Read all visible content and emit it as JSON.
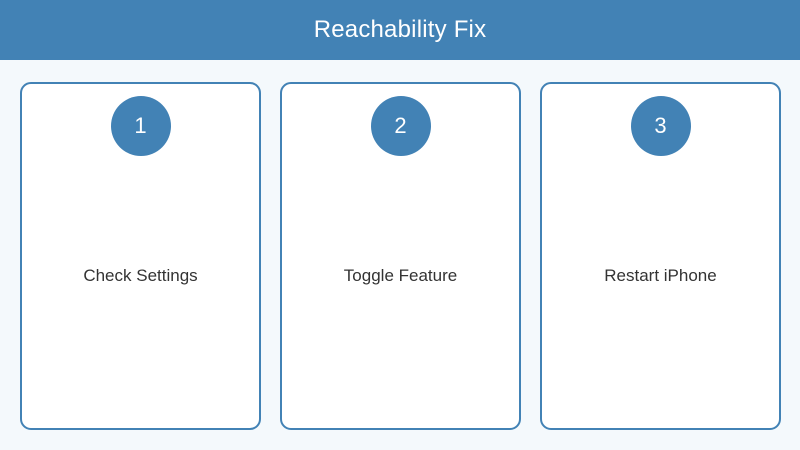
{
  "header": {
    "title": "Reachability Fix",
    "background_color": "#4282b5",
    "text_color": "#ffffff"
  },
  "page": {
    "background_color": "#f4f9fc",
    "accent_color": "#4282b5",
    "card_background_color": "#ffffff",
    "label_text_color": "#333333"
  },
  "steps": [
    {
      "number": "1",
      "label": "Check Settings"
    },
    {
      "number": "2",
      "label": "Toggle Feature"
    },
    {
      "number": "3",
      "label": "Restart iPhone"
    }
  ]
}
